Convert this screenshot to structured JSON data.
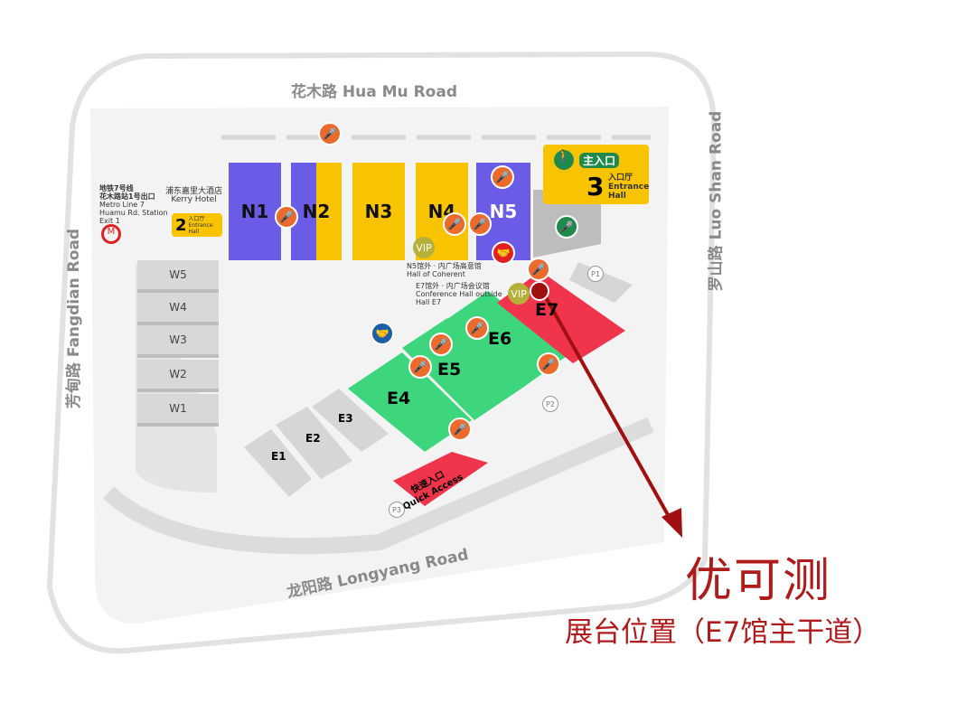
{
  "roads": {
    "north": "花木路  Hua Mu Road",
    "east": "罗山路  Luo Shan Road",
    "west": "芳甸路  Fangdian Road",
    "south": "龙阳路  Longyang Road"
  },
  "halls_north": [
    "N1",
    "N2",
    "N3",
    "N4",
    "N5"
  ],
  "halls_west": [
    "W5",
    "W4",
    "W3",
    "W2",
    "W1"
  ],
  "halls_east": [
    "E1",
    "E2",
    "E3",
    "E4",
    "E5",
    "E6",
    "E7"
  ],
  "metro": {
    "line1": "地铁7号线",
    "line2": "花木路站1号出口",
    "line3": "Metro Line 7",
    "line4": "Huamu Rd. Station",
    "line5": "Exit 1"
  },
  "hotel": {
    "cn": "浦东嘉里大酒店",
    "en": "Kerry Hotel"
  },
  "entrance2": {
    "num": "2",
    "cn": "入口厅",
    "en1": "Entrance",
    "en2": "Hall"
  },
  "entrance3": {
    "title": "主入口",
    "num": "3",
    "cn": "入口厅",
    "en1": "Entrance",
    "en2": "Hall"
  },
  "vip": "VIP",
  "n5_hall": {
    "cn": "N5馆外 · 内广场高意馆",
    "en": "Hall of Coherent"
  },
  "e7_conf": {
    "cn": "E7馆外 · 内广场会议馆",
    "en1": "Conference Hall outside",
    "en2": "Hall E7"
  },
  "quick_access": {
    "cn": "快速入口",
    "en": "Quick Access"
  },
  "parking": [
    "P1",
    "P2",
    "P3"
  ],
  "booth": {
    "title": "优可测",
    "subtitle": "展台位置（E7馆主干道）"
  },
  "colors": {
    "yellow": "#f8c400",
    "purple": "#6b5ce7",
    "green": "#3ed67d",
    "red": "#f0344c",
    "arrow": "#a01010"
  }
}
